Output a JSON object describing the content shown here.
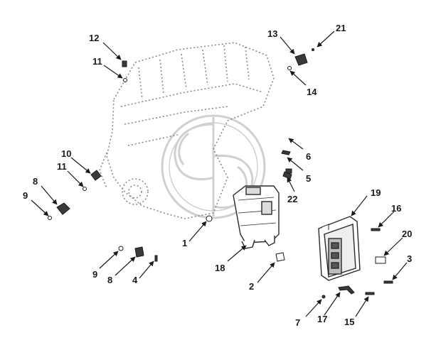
{
  "diagram": {
    "callouts": [
      {
        "id": "c12a",
        "number": "12"
      },
      {
        "id": "c11a",
        "number": "11"
      },
      {
        "id": "c13",
        "number": "13"
      },
      {
        "id": "c21",
        "number": "21"
      },
      {
        "id": "c14",
        "number": "14"
      },
      {
        "id": "c10",
        "number": "10"
      },
      {
        "id": "c11b",
        "number": "11"
      },
      {
        "id": "c8a",
        "number": "8"
      },
      {
        "id": "c9a",
        "number": "9"
      },
      {
        "id": "c6",
        "number": "6"
      },
      {
        "id": "c5",
        "number": "5"
      },
      {
        "id": "c22",
        "number": "22"
      },
      {
        "id": "c19",
        "number": "19"
      },
      {
        "id": "c16",
        "number": "16"
      },
      {
        "id": "c1",
        "number": "1"
      },
      {
        "id": "c20",
        "number": "20"
      },
      {
        "id": "c3",
        "number": "3"
      },
      {
        "id": "c18",
        "number": "18"
      },
      {
        "id": "c9b",
        "number": "9"
      },
      {
        "id": "c8b",
        "number": "8"
      },
      {
        "id": "c4",
        "number": "4"
      },
      {
        "id": "c2",
        "number": "2"
      },
      {
        "id": "c7",
        "number": "7"
      },
      {
        "id": "c17",
        "number": "17"
      },
      {
        "id": "c15",
        "number": "15"
      }
    ]
  }
}
